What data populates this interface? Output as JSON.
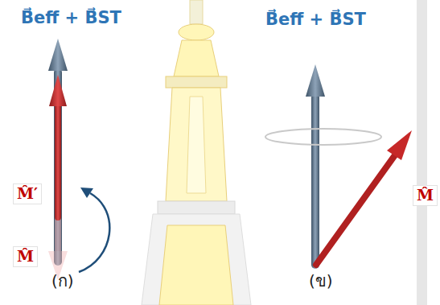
{
  "diagram": {
    "labels": [
      "B⃗eff + B⃗ST",
      "M̂′",
      "M̂",
      "(ก)",
      "B⃗eff + B⃗ST",
      "M̂",
      "(ข)"
    ]
  }
}
